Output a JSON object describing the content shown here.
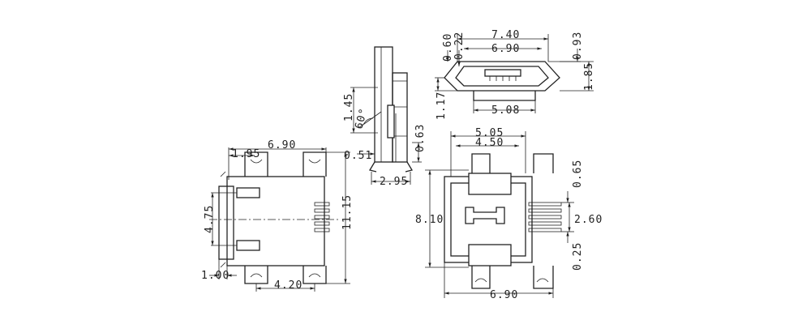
{
  "dimensions": {
    "bottom_view": {
      "overall_width": "6.90",
      "tab_offset": "1.95",
      "height": "11.15",
      "pin_span": "4.75",
      "flange": "1.00",
      "tab_spacing": "4.20"
    },
    "side_view": {
      "height": "1.45",
      "angle": "60°",
      "thickness": "0.51",
      "offset": "0.63",
      "foot_width": "2.95"
    },
    "front_view": {
      "outer_width": "7.40",
      "inner_width": "6.90",
      "lip_top": "0.60",
      "lip_inner": "0.22",
      "side_thick": "0.93",
      "height": "1.85",
      "base_offset": "1.17",
      "bottom_width": "5.08"
    },
    "top_view": {
      "pad_span": "5.05",
      "pad_inner": "4.50",
      "height": "8.10",
      "pin_pitch": "0.65",
      "pin_span": "2.60",
      "pin_width": "0.25",
      "overall_width": "6.90"
    }
  }
}
